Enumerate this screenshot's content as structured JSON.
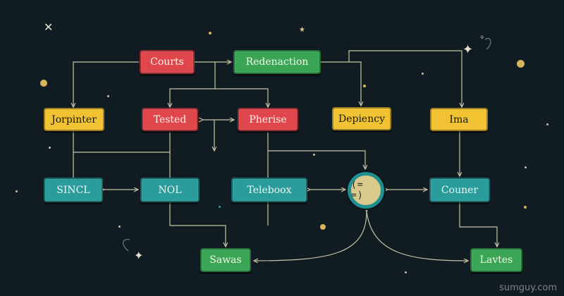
{
  "nodes": {
    "courts": "Courts",
    "redenaction": "Redenaction",
    "jorpinter": "Jorpinter",
    "tested": "Tested",
    "pherise": "Pherise",
    "depiency": "Depiency",
    "ima": "Ima",
    "sincl": "SINCL",
    "nol": "NOL",
    "teleboox": "Teleboox",
    "couner": "Couner",
    "sawas": "Sawas",
    "lavtes": "Lavtes"
  },
  "hub": {
    "face": "(= =)"
  },
  "watermark": "sumguy.com",
  "colors": {
    "background": "#111c22",
    "red": "#e0474c",
    "green": "#3aa655",
    "yellow": "#f1c232",
    "teal": "#2b9c9c",
    "wire": "#c9c2a6"
  },
  "icons": [
    "sparkle-icon",
    "star-icon",
    "cross-star-icon"
  ]
}
